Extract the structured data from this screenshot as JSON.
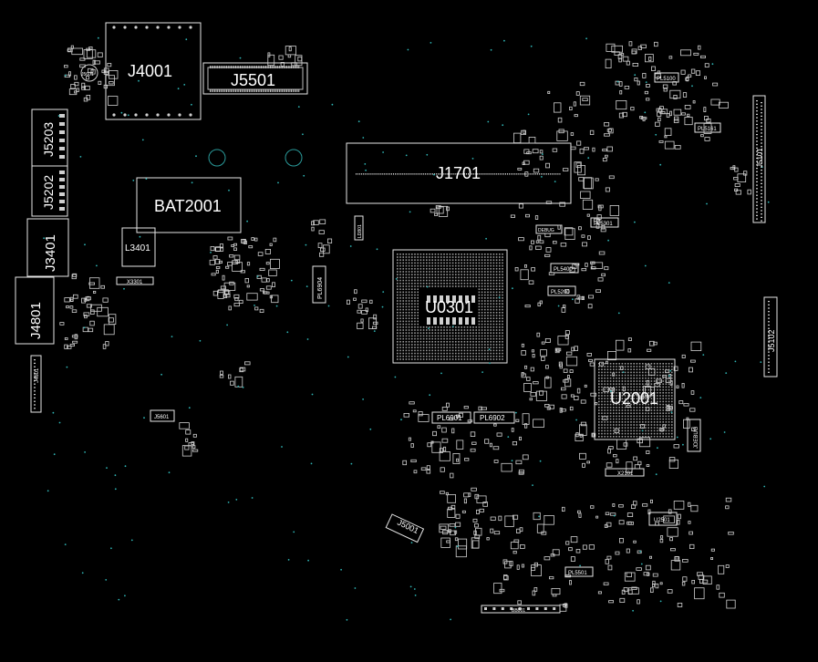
{
  "board": {
    "colors": {
      "background": "#000000",
      "outline": "#e6e6e6",
      "pad": "#cfcfcf",
      "via": "#2fb5b5"
    },
    "labels": {
      "J4001": "J4001",
      "J5501": "J5501",
      "J5203": "J5203",
      "J5202": "J5202",
      "BAT2001": "BAT2001",
      "J1701": "J1701",
      "J3401": "J3401",
      "L3401": "L3401",
      "J4801": "J4801",
      "U0301": "U0301",
      "U2001": "U2001",
      "J5101": "J5101",
      "J5102": "J5102",
      "J5001": "J5001",
      "PL6901": "PL6901",
      "PL6902": "PL6902",
      "PL5100": "PL5100",
      "PL5161": "PL5161",
      "PL5301": "PL5301",
      "PL5400": "PL5400",
      "PL5200": "PL5200",
      "PL6904": "PL6904",
      "PL5501": "PL5501",
      "J5601": "J5601",
      "J5501b": "J5501",
      "X3301": "X3301",
      "X2101": "X2101",
      "U2501": "U2501",
      "JDEBUG": "JDEBUG",
      "J4601": "J4601",
      "J5601small": "J5601",
      "DEBUG": "DEBUG",
      "BB001": "BB001",
      "LD801": "LD801"
    }
  }
}
